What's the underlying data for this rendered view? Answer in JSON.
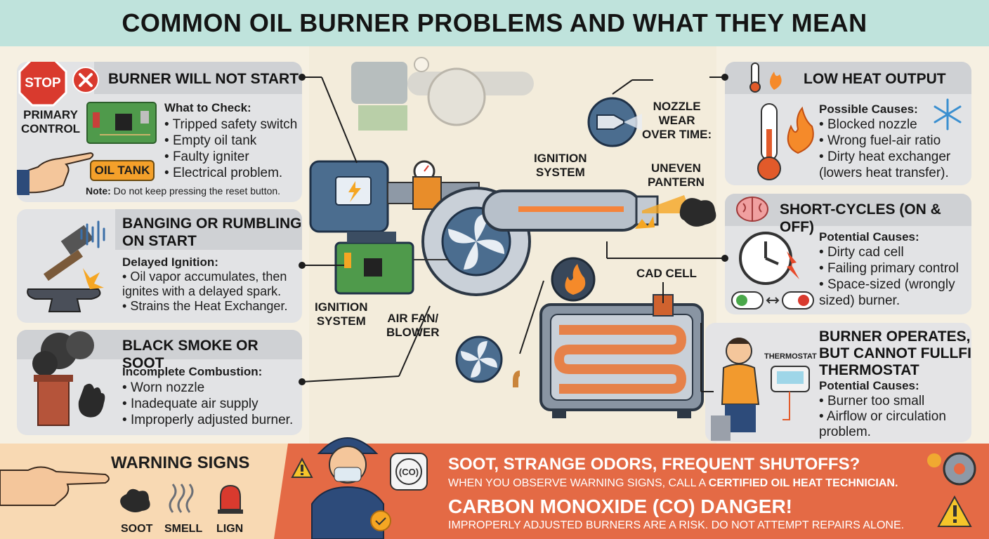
{
  "title": "COMMON OIL BURNER PROBLEMS AND WHAT THEY MEAN",
  "colors": {
    "header": "#bfe3dc",
    "panel": "#e2e3e5",
    "warning_orange": "#e46a45",
    "warning_peach": "#f8d9b3",
    "flame": "#f58a2a",
    "stop_red": "#d93a2e"
  },
  "panels": {
    "not_start": {
      "title": "BURNER WILL NOT START",
      "stop_text": "STOP",
      "primary_label": "PRIMARY\nCONTROL",
      "oil_tank_label": "OIL TANK",
      "subtitle": "What to Check:",
      "items": [
        "Tripped safety switch",
        "Empty oil tank",
        "Faulty igniter",
        "Electrical problem."
      ],
      "note_bold": "Note:",
      "note_text": "Do not keep pressing the reset button."
    },
    "banging": {
      "title": "BANGING OR RUMBLING\nON START",
      "subtitle": "Delayed Ignition:",
      "items": [
        "Oil vapor accumulates, then ignites with a delayed spark.",
        "Strains the Heat Exchanger."
      ]
    },
    "smoke": {
      "title": "BLACK SMOKE OR SOOT",
      "subtitle": "Incomplete Combustion:",
      "items": [
        "Worn nozzle",
        "Inadequate air supply",
        "Improperly adjusted burner."
      ]
    },
    "low_heat": {
      "title": "LOW HEAT OUTPUT",
      "subtitle": "Possible Causes:",
      "items": [
        "Blocked nozzle",
        "Wrong fuel-air ratio",
        "Dirty heat exchanger (lowers heat transfer)."
      ]
    },
    "short_cycle": {
      "title": "SHORT-CYCLES (ON & OFF)",
      "subtitle": "Potential Causes:",
      "items": [
        "Dirty cad cell",
        "Failing primary control",
        "Space-sized (wrongly sized) burner."
      ]
    },
    "thermostat": {
      "title": "BURNER OPERATES,\nBUT CANNOT FULLFILL\nTHERMOSTAT",
      "thermostat_label": "THERMOSTAT",
      "subtitle": "Potential Causes:",
      "items": [
        "Burner too small",
        "Airflow or circulation problem."
      ]
    }
  },
  "diagram_labels": {
    "nozzle_wear": "NOZZLE\nWEAR\nOVER TIME:",
    "uneven_pattern": "UNEVEN\nPANTERN",
    "ignition_top": "IGNITION\nSYSTEM",
    "ignition_bottom": "IGNITION\nSYSTEM",
    "air_fan": "AIR FAN/\nBLOWER",
    "cad_cell": "CAD CELL"
  },
  "warning": {
    "title": "WARNING SIGNS",
    "icons": [
      "SOOT",
      "SMELL",
      "LIGN"
    ],
    "co_label": "(CO)",
    "line1": "SOOT, STRANGE ODORS, FREQUENT SHUTOFFS?",
    "line2_pre": "WHEN YOU OBSERVE WARNING SIGNS, CALL A ",
    "line2_bold": "CERTIFIED OIL HEAT TECHNICIAN.",
    "line3": "CARBON MONOXIDE (CO) DANGER!",
    "line4": "IMPROPERLY ADJUSTED BURNERS ARE A RISK. DO NOT ATTEMPT REPAIRS ALONE."
  }
}
